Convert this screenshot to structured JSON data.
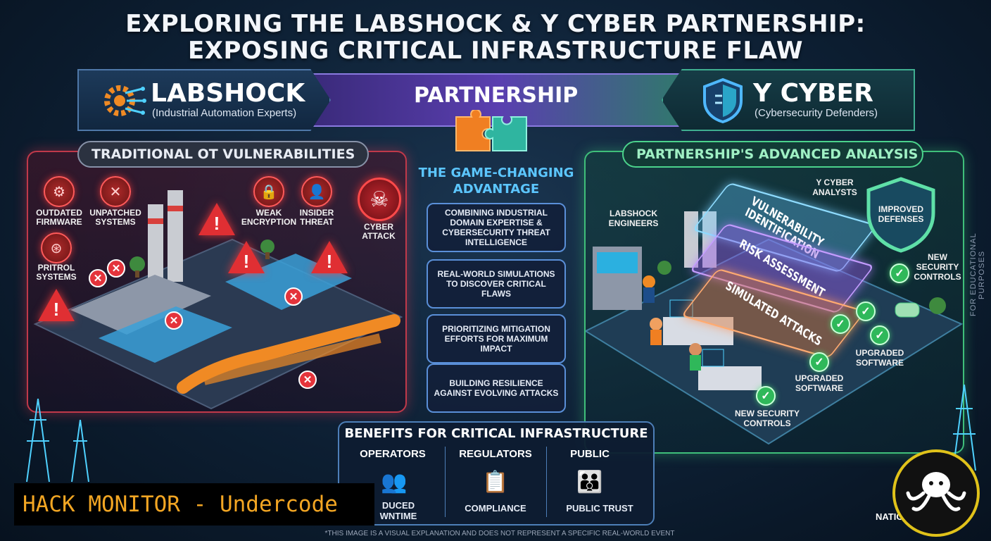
{
  "title": {
    "line1": "EXPLORING THE LABSHOCK & Y CYBER PARTNERSHIP:",
    "line2": "EXPOSING CRITICAL INFRASTRUCTURE FLAW"
  },
  "banner": {
    "left_name": "LABSHOCK",
    "left_sub": "(Industrial Automation Experts)",
    "middle": "PARTNERSHIP",
    "right_name": "Y CYBER",
    "right_sub": "(Cybersecurity Defenders)"
  },
  "left_panel": {
    "heading": "TRADITIONAL OT VULNERABILITIES",
    "items": [
      {
        "label_1": "OUTDATED",
        "label_2": "FIRMWARE",
        "icon": "gear-icon"
      },
      {
        "label_1": "UNPATCHED",
        "label_2": "SYSTEMS",
        "icon": "wrench-icon"
      },
      {
        "label_1": "WEAK",
        "label_2": "ENCRYPTION",
        "icon": "lock-icon"
      },
      {
        "label_1": "INSIDER",
        "label_2": "THREAT",
        "icon": "person-icon"
      },
      {
        "label_1": "PRITROL",
        "label_2": "SYSTEMS",
        "icon": "chip-icon"
      }
    ],
    "attack_1": "CYBER",
    "attack_2": "ATTACK"
  },
  "center": {
    "heading_1": "THE GAME-CHANGING",
    "heading_2": "ADVANTAGE",
    "boxes": [
      "COMBINING INDUSTRIAL DOMAIN EXPERTISE & CYBERSECURITY THREAT INTELLIGENCE",
      "REAL-WORLD SIMULATIONS TO DISCOVER CRITICAL FLAWS",
      "PRIORITIZING MITIGATION EFFORTS FOR MAXIMUM IMPACT",
      "BUILDING RESILIENCE AGAINST EVOLVING ATTACKS"
    ]
  },
  "right_panel": {
    "heading": "PARTNERSHIP'S ADVANCED ANALYSIS",
    "layers": [
      "VULNERABILITY IDENTIFICATION",
      "RISK ASSESSMENT",
      "SIMULATED ATTACKS"
    ],
    "analysts_1": "Y CYBER",
    "analysts_2": "ANALYSTS",
    "engineers_1": "LABSHOCK",
    "engineers_2": "ENGINEERS",
    "shield_1": "IMPROVED",
    "shield_2": "DEFENSES",
    "controls_a_1": "NEW",
    "controls_a_2": "SECURITY",
    "controls_a_3": "CONTROLS",
    "software_a_1": "UPGRADED",
    "software_a_2": "SOFTWARE",
    "software_b_1": "UPGRADED",
    "software_b_2": "SOFTWARE",
    "controls_b_1": "NEW SECURITY",
    "controls_b_2": "CONTROLS"
  },
  "benefits": {
    "heading": "BENEFITS FOR CRITICAL INFRASTRUCTURE",
    "columns": [
      {
        "head": "OPERATORS",
        "foot_1": "DUCED",
        "foot_2": "WNTIME"
      },
      {
        "head": "REGULATORS",
        "foot_1": "COMPLIANCE",
        "foot_2": ""
      },
      {
        "head": "PUBLIC",
        "foot_1": "PUBLIC TRUST",
        "foot_2": ""
      }
    ]
  },
  "side_text": "FOR EDUCATIONAL PURPOSES",
  "national_text": "NATIO",
  "footnote": "*THIS IMAGE IS A VISUAL EXPLANATION AND DOES NOT REPRESENT A SPECIFIC REAL-WORLD EVENT",
  "watermark": "HACK MONITOR - Undercode",
  "colors": {
    "accent_red": "#e02f33",
    "accent_green": "#3fbf7a",
    "accent_blue": "#5cc6ff",
    "brand_orange": "#f3a623"
  }
}
